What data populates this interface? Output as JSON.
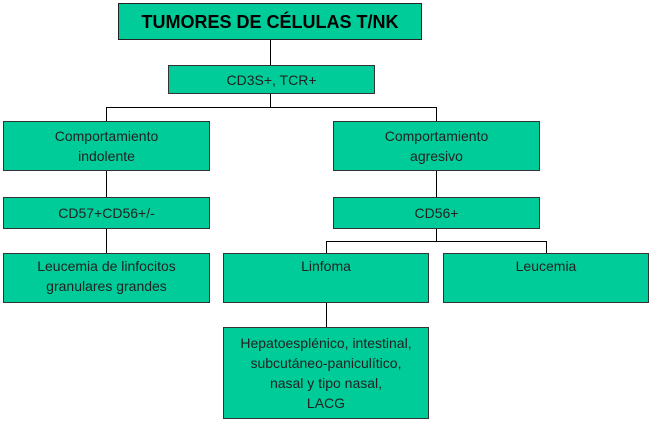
{
  "colors": {
    "box_fill": "#00cc99",
    "border": "#333333",
    "connector": "#000000"
  },
  "nodes": {
    "title": "TUMORES DE CÉLULAS T/NK",
    "markers": "CD3S+, TCR+",
    "indolent": "Comportamiento\nindolente",
    "aggressive": "Comportamiento\nagresivo",
    "cd57": "CD57+CD56+/-",
    "cd56": "CD56+",
    "lgl_leukemia": "Leucemia de linfocitos\ngranulares grandes",
    "lymphoma": "Linfoma",
    "leukemia": "Leucemia",
    "subtypes": "Hepatoesplénico, intestinal,\nsubcutáneo-paniculítico,\nnasal y tipo nasal,\nLACG"
  }
}
